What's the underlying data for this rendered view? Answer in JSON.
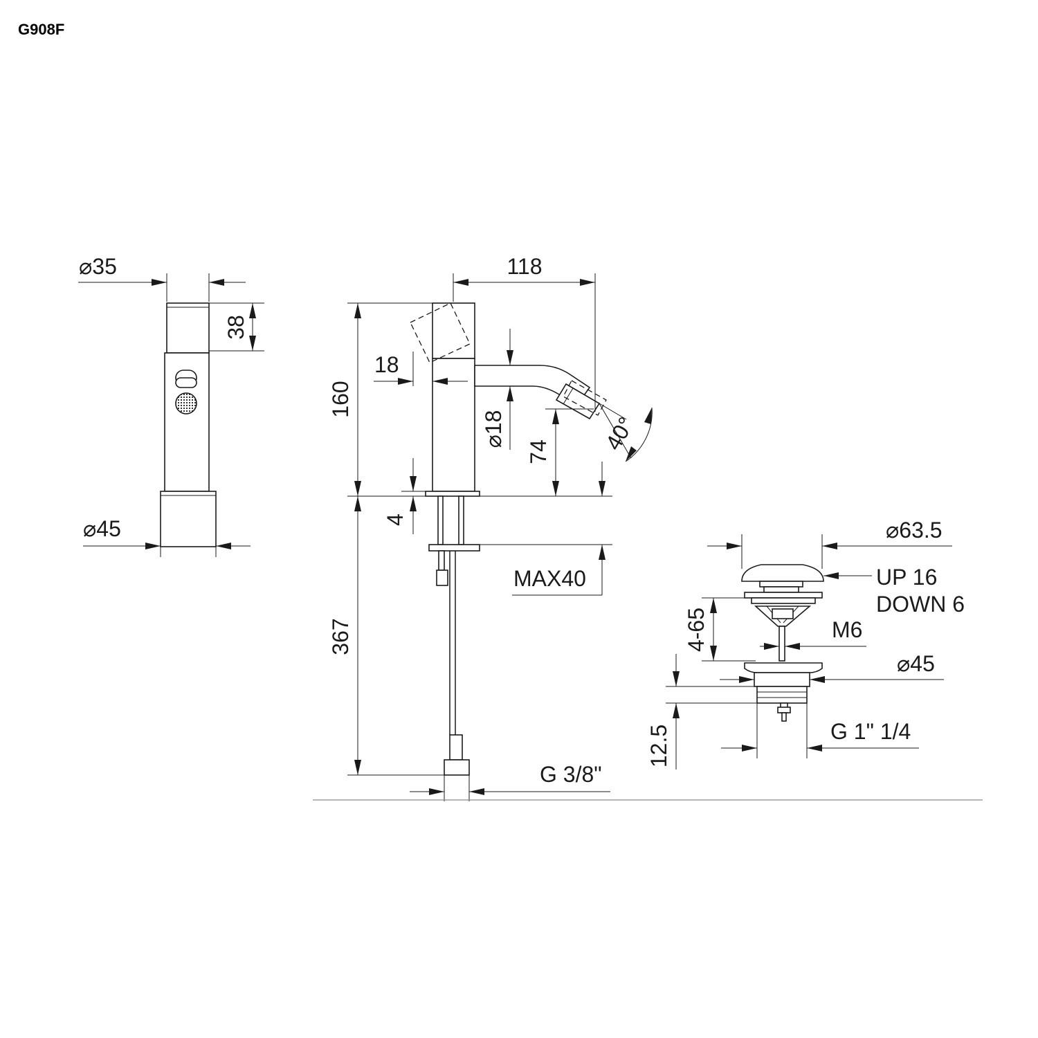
{
  "model_code": "G908F",
  "side_view": {
    "dia_top": "⌀35",
    "height_handle": "38",
    "dia_base": "⌀45"
  },
  "front_view": {
    "overall_depth": "118",
    "height": "160",
    "handle_offset": "18",
    "spout_dia": "⌀18",
    "spout_height": "74",
    "angle": "40°",
    "base_thickness": "4",
    "max_deck": "MAX40",
    "hose_length": "367",
    "connection": "G 3/8\""
  },
  "waste_view": {
    "cap_dia": "⌀63.5",
    "stroke_up": "UP 16",
    "stroke_down": "DOWN 6",
    "rod_range": "4-65",
    "thread_rod": "M6",
    "flange_dia": "⌀45",
    "flange_height": "12.5",
    "body_thread": "G 1\" 1/4"
  }
}
